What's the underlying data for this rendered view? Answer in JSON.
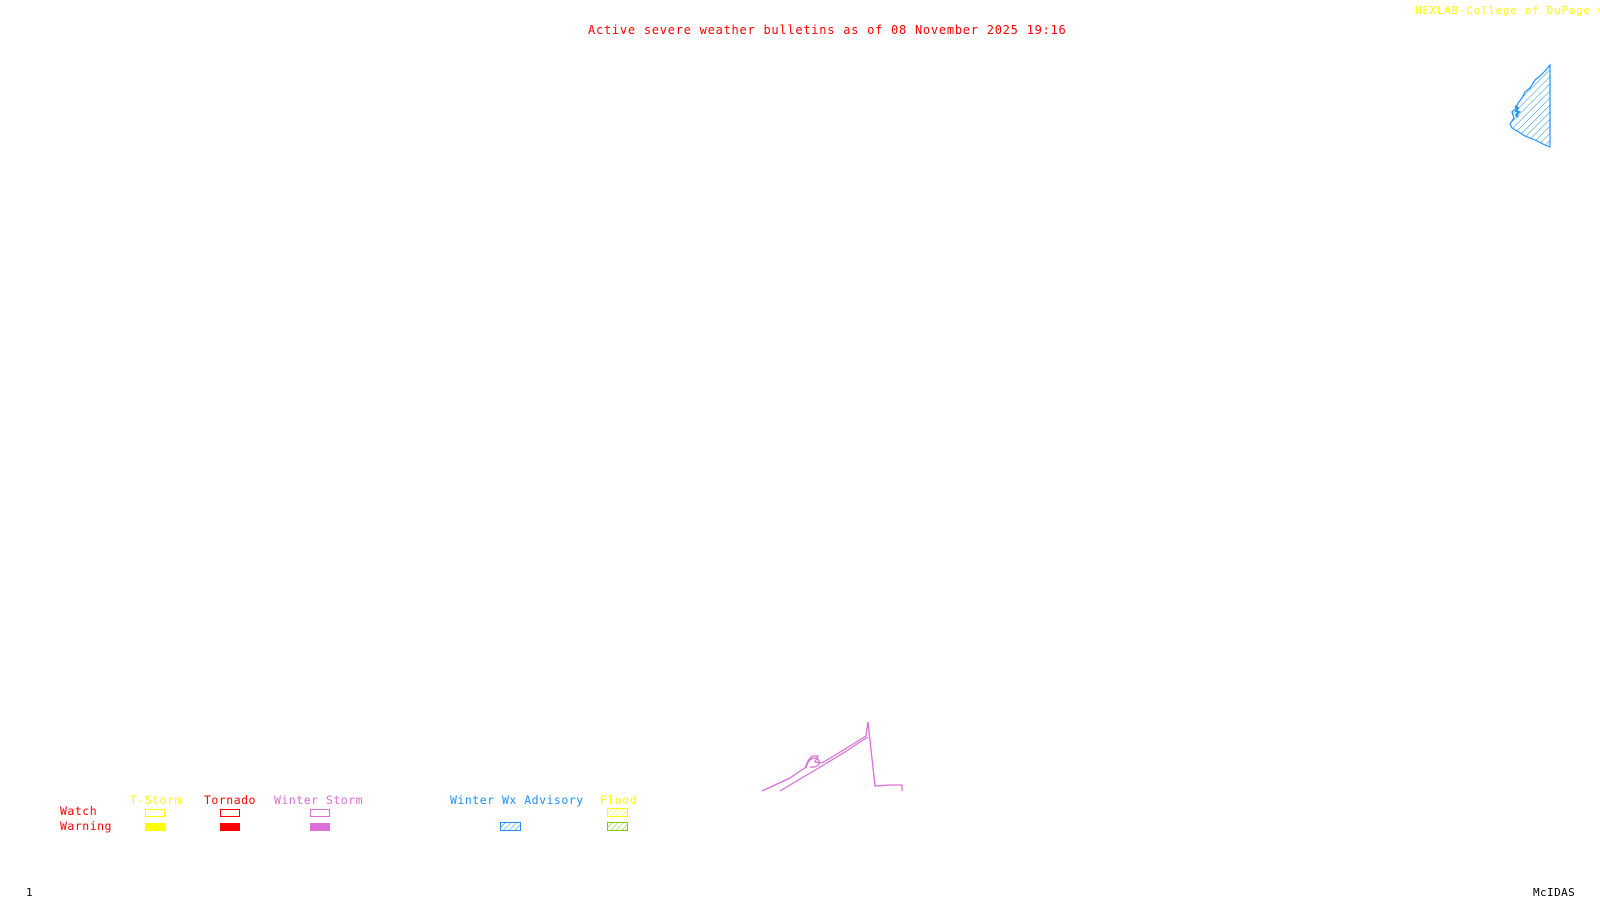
{
  "header": {
    "title": "Active severe weather bulletins as of 08 November 2025 19:16",
    "credit": "NEXLAB-College of DuPage ®"
  },
  "footer": {
    "frame_number": "1",
    "app_name": "McIDAS"
  },
  "colors": {
    "title": "#ff0000",
    "credit": "#ffff00",
    "tstorm": "#ffff00",
    "tornado": "#ff0000",
    "winter_storm": "#da70d6",
    "winter_wx_advisory": "#1e90ff",
    "flood_watch": "#ffff00",
    "flood_warning": "#7fcc00",
    "row_labels": "#ff0000",
    "footer": "#000000"
  },
  "legend": {
    "row_labels": {
      "watch": "Watch",
      "warning": "Warning"
    },
    "categories": [
      {
        "name": "T-Storm",
        "watch_style": "outline",
        "warning_style": "solid"
      },
      {
        "name": "Tornado",
        "watch_style": "outline",
        "warning_style": "solid"
      },
      {
        "name": "Winter Storm",
        "watch_style": "outline",
        "warning_style": "solid"
      },
      {
        "name": "Winter Wx Advisory",
        "watch_style": "none",
        "warning_style": "hatched"
      },
      {
        "name": "Flood",
        "watch_style": "hatched",
        "warning_style": "hatched"
      }
    ]
  },
  "map_features": [
    {
      "type": "Winter Wx Advisory",
      "style": "hatched",
      "location": "top-right edge"
    },
    {
      "type": "Winter Storm",
      "style": "outline",
      "location": "bottom-center"
    }
  ]
}
